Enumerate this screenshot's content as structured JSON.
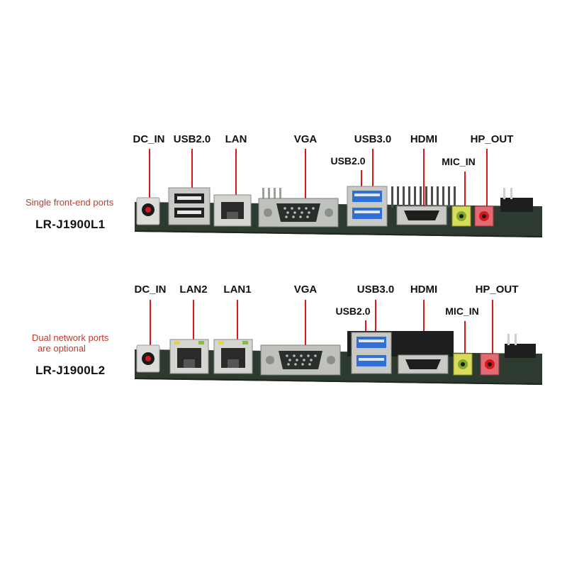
{
  "colors": {
    "pointer": "#d9161c",
    "note": "#c0392b",
    "pcb": "#2d3a30",
    "usb3": "#2f6fd6"
  },
  "boards": [
    {
      "note_lines": [
        "Single front-end ports"
      ],
      "model": "LR-J1900L1",
      "labels": {
        "dc_in": "DC_IN",
        "usb2_top": "USB2.0",
        "lan": "LAN",
        "vga": "VGA",
        "usb3": "USB3.0",
        "usb2_small": "USB2.0",
        "hdmi": "HDMI",
        "mic_in": "MIC_IN",
        "hp_out": "HP_OUT"
      }
    },
    {
      "note_lines": [
        "Dual network ports",
        "are optional"
      ],
      "model": "LR-J1900L2",
      "labels": {
        "dc_in": "DC_IN",
        "lan2": "LAN2",
        "lan1": "LAN1",
        "vga": "VGA",
        "usb3": "USB3.0",
        "usb2_small": "USB2.0",
        "hdmi": "HDMI",
        "mic_in": "MIC_IN",
        "hp_out": "HP_OUT"
      }
    }
  ]
}
